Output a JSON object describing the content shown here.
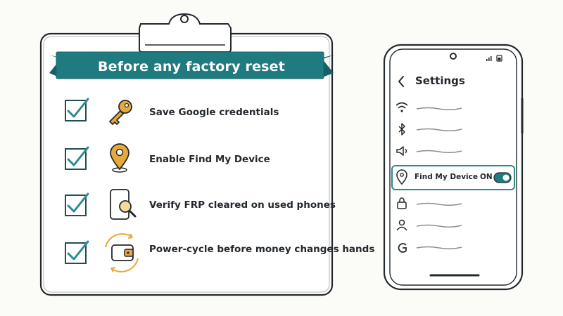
{
  "checklist": {
    "title": "Before any factory reset",
    "items": [
      {
        "label": "Save Google credentials",
        "icon": "key-icon",
        "checked": true
      },
      {
        "label": "Enable Find My Device",
        "icon": "location-pin-icon",
        "checked": true
      },
      {
        "label": "Verify FRP cleared on used phones",
        "icon": "phone-magnifier-icon",
        "checked": true
      },
      {
        "label": "Power-cycle before money changes hands",
        "icon": "wallet-cycle-icon",
        "checked": true
      }
    ]
  },
  "phone": {
    "header_title": "Settings",
    "find_my_device": {
      "label": "Find My Device",
      "state": "ON",
      "enabled": true
    },
    "settings_icons": [
      "wifi-icon",
      "bluetooth-icon",
      "volume-icon",
      "location-icon",
      "lock-icon",
      "person-icon",
      "google-icon"
    ]
  },
  "colors": {
    "teal": "#1f7b80",
    "gold": "#e6a93a",
    "ink": "#24292e"
  }
}
